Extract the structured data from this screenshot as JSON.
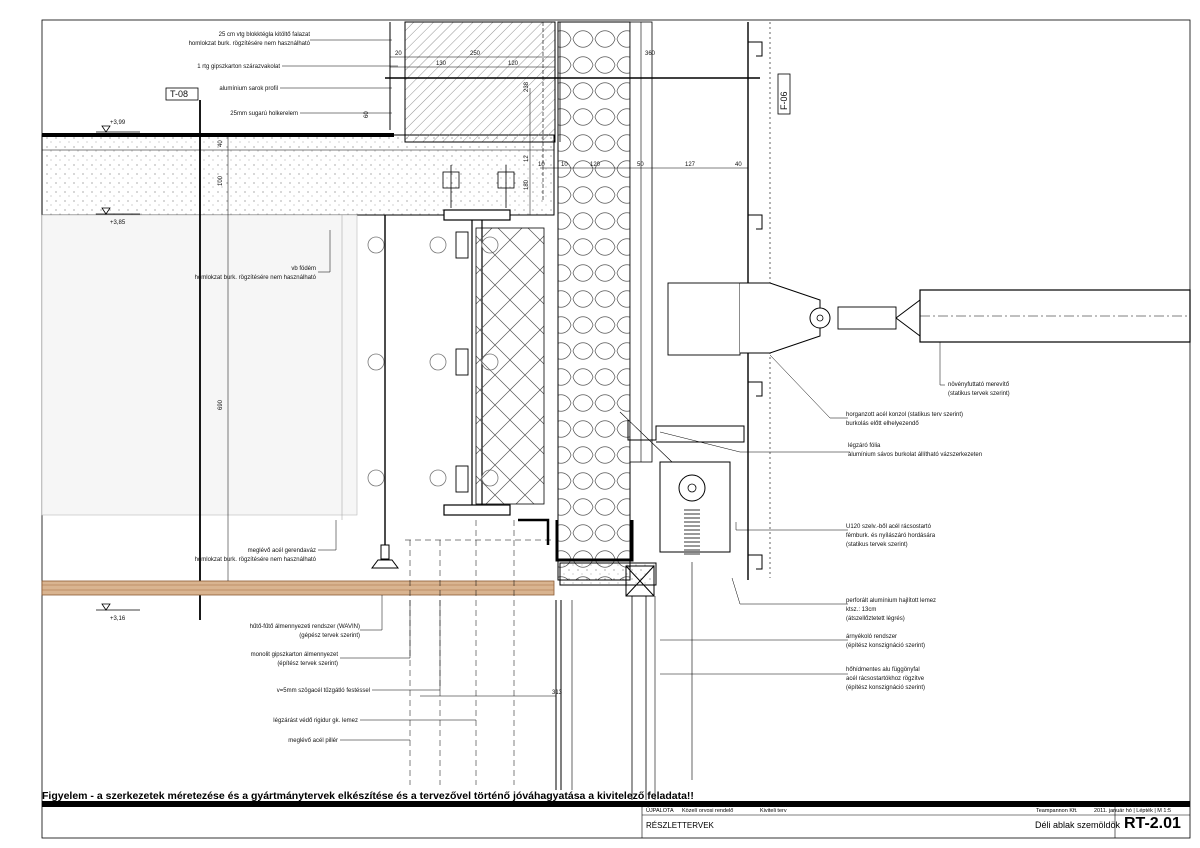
{
  "labels": {
    "brick_wall_l1": "25 cm vtg blokktégla kitöltő falazat",
    "brick_wall_l2": "homlokzat burk. rögzítésére nem használható",
    "gypsum_plaster": "1 rtg gipszkarton szárazvakolat",
    "alu_profile": "alumínium sarok profil",
    "cove": "25mm sugarú holkerelem",
    "slab_l1": "vb födém",
    "slab_l2": "homlokzat burk. rögzítésére nem használható",
    "beam_l1": "meglévő acél gerendaváz",
    "beam_l2": "homlokzat burk. rögzítésére nem használható",
    "ceiling_sys_l1": "hűtő-fűtő álmennyezeti rendszer (WAVIN)",
    "ceiling_sys_l2": "(gépész tervek szerint)",
    "gypsum_ceiling_l1": "monolit gipszkarton álmennyezet",
    "gypsum_ceiling_l2": "(építész tervek szerint)",
    "steel_plate": "v=5mm szögacél tűzgátló festéssel",
    "airtight_board": "légzárást védő rigidur gk. lemez",
    "existing_column": "meglévő acél pillér",
    "plant_support_l1": "növényfuttató merevítő",
    "plant_support_l2": "(statikus tervek szerint)",
    "bracket_l1": "horganzott acél konzol (statikus terv szerint)",
    "bracket_l2": "burkolás előtt elhelyezendő",
    "foil_l1": "légzáró fólia",
    "foil_l2": "alumínium sávos burkolat állítható vázszerkezeten",
    "u120_l1": "U120  szelv.-ből acél rácsostartó",
    "u120_l2": "fémburk. és nyílászáró hordására",
    "u120_l3": "(statikus tervek szerint)",
    "perforated_l1": "perforált alumínium hajlított lemez",
    "perforated_l2": "ktsz.: 13cm",
    "perforated_l3": "(átszellőztetett légrés)",
    "shading_l1": "árnyékoló rendszer",
    "shading_l2": "(építész konszignáció szerint)",
    "curtain_l1": "hőhídmentes alu függönyfal",
    "curtain_l2": "acél rácsostartókhoz rögzítve",
    "curtain_l3": "(építész konszignáció szerint)"
  },
  "tags": {
    "t08": "T-08",
    "f06": "F-06"
  },
  "levels": {
    "l1": "+3,99",
    "l2": "+3,85",
    "l3": "+3,16"
  },
  "dims": {
    "d20": "20",
    "d250": "250",
    "d360": "360",
    "d130": "130",
    "d120a": "120",
    "d238": "238",
    "d60": "60",
    "d40a": "40",
    "d12": "12",
    "d100a": "100",
    "d180": "180",
    "d10a": "10",
    "d10b": "10",
    "d120b": "120",
    "d50": "50",
    "d127": "127",
    "d40b": "40",
    "d690": "690",
    "d313": "313"
  },
  "warning": "Figyelem - a szerkezetek méretezése és a gyártmánytervek elkészítése és a tervezővel történő jóváhagyatása a kivitelező feladata!!",
  "titleblock": {
    "project": "ÚJPALOTA",
    "subject": "Közelí orvosi rendelő",
    "phase": "Kiviteli terv",
    "office": "Teampannon Kft.",
    "date_scale": "2011. január hó | Lépték | M 1:5",
    "drawing_type": "RÉSZLETTERVEK",
    "sheet_title": "Déli ablak szemöldök",
    "sheet_number": "RT-2.01"
  }
}
